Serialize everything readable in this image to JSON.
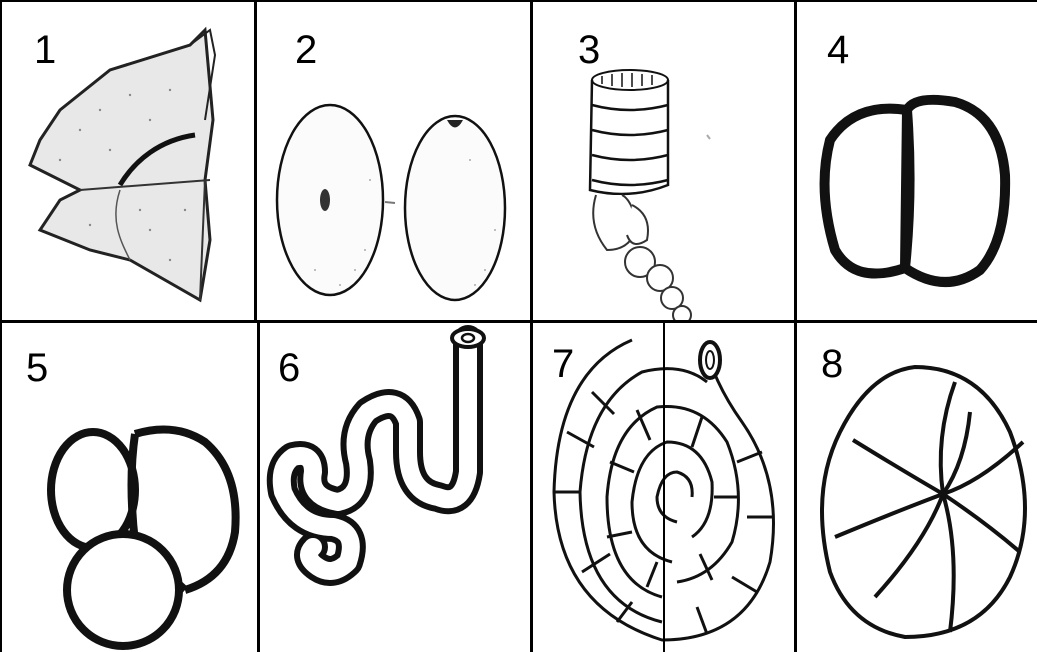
{
  "panels": [
    {
      "number": "1",
      "shape": "trigonal pyramid"
    },
    {
      "number": "2",
      "shape": "ovoid pair"
    },
    {
      "number": "3",
      "shape": "columnar stack"
    },
    {
      "number": "4",
      "shape": "biloculine"
    },
    {
      "number": "5",
      "shape": "triloculine"
    },
    {
      "number": "6",
      "shape": "meandering tube"
    },
    {
      "number": "7",
      "shape": "planispiral multichambered"
    },
    {
      "number": "8",
      "shape": "radial chambers"
    }
  ]
}
